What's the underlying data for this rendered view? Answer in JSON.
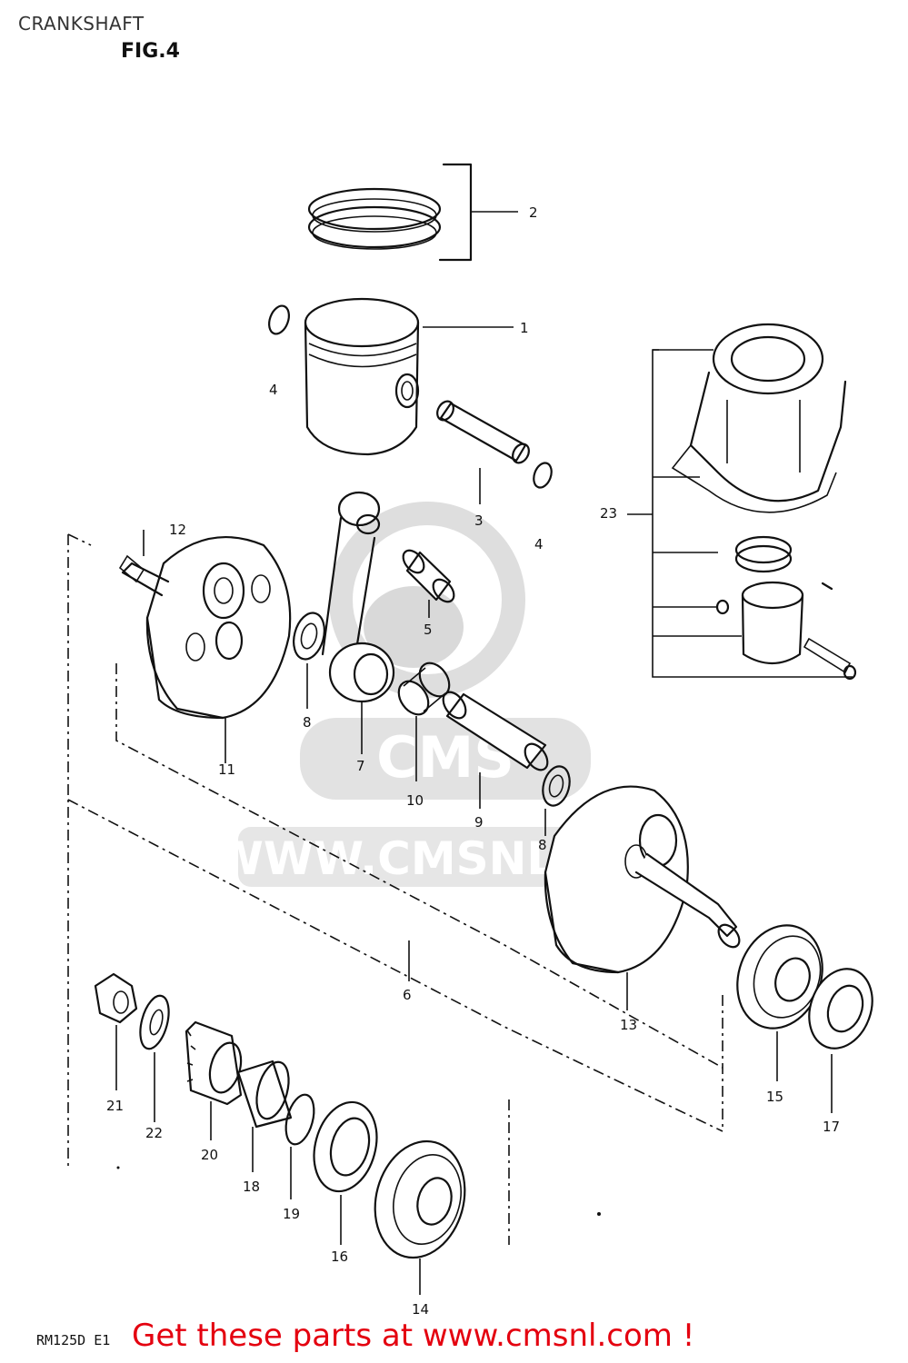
{
  "header": {
    "title": "CRANKSHAFT",
    "figure": "FIG.4"
  },
  "footer": {
    "model_code": "RM125D E1",
    "cta": "Get these parts at www.cmsnl.com !"
  },
  "watermark": {
    "text": "WWW.CMSNL.COM",
    "logo_text": "CMS"
  },
  "callouts": [
    "1",
    "2",
    "3",
    "4",
    "4",
    "5",
    "6",
    "7",
    "8",
    "8",
    "9",
    "10",
    "11",
    "12",
    "13",
    "14",
    "15",
    "16",
    "17",
    "18",
    "19",
    "20",
    "21",
    "22",
    "23"
  ],
  "icons": [
    "cms-mascot-watermark"
  ]
}
